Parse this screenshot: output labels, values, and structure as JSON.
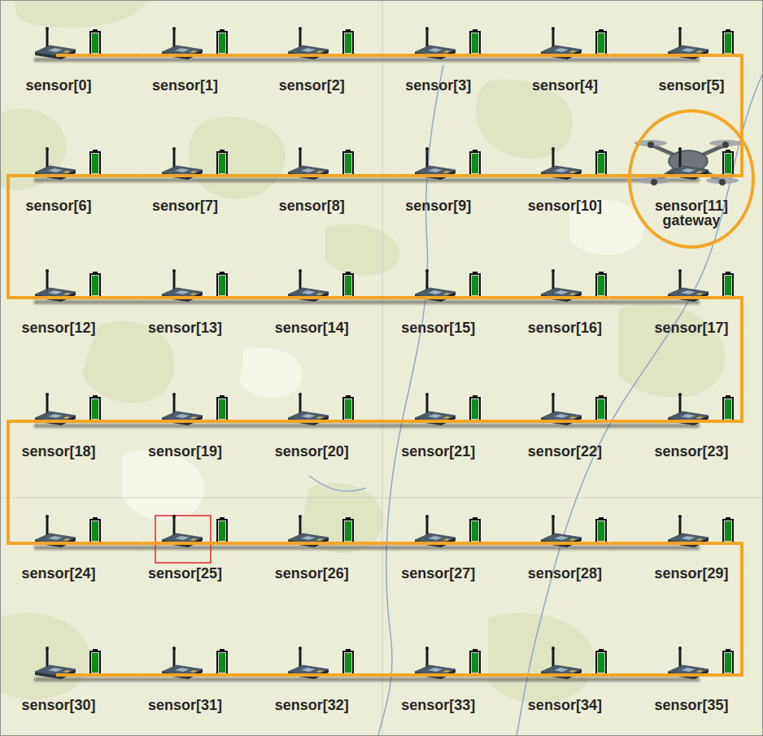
{
  "diagram": {
    "nodes": [
      {
        "text": [
          "sensor[0]"
        ]
      },
      {
        "text": [
          "sensor[1]"
        ]
      },
      {
        "text": [
          "sensor[2]"
        ]
      },
      {
        "text": [
          "sensor[3]"
        ]
      },
      {
        "text": [
          "sensor[4]"
        ]
      },
      {
        "text": [
          "sensor[5]"
        ]
      },
      {
        "text": [
          "sensor[6]"
        ]
      },
      {
        "text": [
          "sensor[7]"
        ]
      },
      {
        "text": [
          "sensor[8]"
        ]
      },
      {
        "text": [
          "sensor[9]"
        ]
      },
      {
        "text": [
          "sensor[10]"
        ]
      },
      {
        "text": [
          "sensor[11]",
          "gateway"
        ]
      },
      {
        "text": [
          "sensor[12]"
        ]
      },
      {
        "text": [
          "sensor[13]"
        ]
      },
      {
        "text": [
          "sensor[14]"
        ]
      },
      {
        "text": [
          "sensor[15]"
        ]
      },
      {
        "text": [
          "sensor[16]"
        ]
      },
      {
        "text": [
          "sensor[17]"
        ]
      },
      {
        "text": [
          "sensor[18]"
        ]
      },
      {
        "text": [
          "sensor[19]"
        ]
      },
      {
        "text": [
          "sensor[20]"
        ]
      },
      {
        "text": [
          "sensor[21]"
        ]
      },
      {
        "text": [
          "sensor[22]"
        ]
      },
      {
        "text": [
          "sensor[23]"
        ]
      },
      {
        "text": [
          "sensor[24]"
        ]
      },
      {
        "text": [
          "sensor[25]"
        ]
      },
      {
        "text": [
          "sensor[26]"
        ]
      },
      {
        "text": [
          "sensor[27]"
        ]
      },
      {
        "text": [
          "sensor[28]"
        ]
      },
      {
        "text": [
          "sensor[29]"
        ]
      },
      {
        "text": [
          "sensor[30]"
        ]
      },
      {
        "text": [
          "sensor[31]"
        ]
      },
      {
        "text": [
          "sensor[32]"
        ]
      },
      {
        "text": [
          "sensor[33]"
        ]
      },
      {
        "text": [
          "sensor[34]"
        ]
      },
      {
        "text": [
          "sensor[35]"
        ]
      }
    ],
    "edges": [
      {
        "from": 0,
        "to": 1,
        "arrow": "none"
      },
      {
        "from": 1,
        "to": 2,
        "arrow": "none"
      },
      {
        "from": 2,
        "to": 3,
        "arrow": "none"
      },
      {
        "from": 3,
        "to": 4,
        "arrow": "none"
      },
      {
        "from": 4,
        "to": 5,
        "arrow": "none"
      },
      {
        "from": 5,
        "to": 11,
        "arrow": "none"
      },
      {
        "from": 11,
        "to": 10,
        "arrow": "none"
      },
      {
        "from": 10,
        "to": 9,
        "arrow": "none"
      },
      {
        "from": 9,
        "to": 8,
        "arrow": "none"
      },
      {
        "from": 8,
        "to": 7,
        "arrow": "none"
      },
      {
        "from": 7,
        "to": 6,
        "arrow": "none"
      },
      {
        "from": 6,
        "to": 12,
        "arrow": "none"
      },
      {
        "from": 12,
        "to": 13,
        "arrow": "none"
      },
      {
        "from": 13,
        "to": 14,
        "arrow": "none"
      },
      {
        "from": 14,
        "to": 15,
        "arrow": "none"
      },
      {
        "from": 15,
        "to": 16,
        "arrow": "none"
      },
      {
        "from": 16,
        "to": 17,
        "arrow": "none"
      },
      {
        "from": 17,
        "to": 23,
        "arrow": "none"
      },
      {
        "from": 23,
        "to": 22,
        "arrow": "none"
      },
      {
        "from": 22,
        "to": 21,
        "arrow": "none"
      },
      {
        "from": 21,
        "to": 20,
        "arrow": "none"
      },
      {
        "from": 20,
        "to": 19,
        "arrow": "none"
      },
      {
        "from": 19,
        "to": 18,
        "arrow": "none"
      },
      {
        "from": 18,
        "to": 24,
        "arrow": "none"
      },
      {
        "from": 24,
        "to": 25,
        "arrow": "none"
      },
      {
        "from": 25,
        "to": 26,
        "arrow": "none"
      },
      {
        "from": 26,
        "to": 27,
        "arrow": "none"
      },
      {
        "from": 27,
        "to": 28,
        "arrow": "none"
      },
      {
        "from": 28,
        "to": 29,
        "arrow": "none"
      },
      {
        "from": 29,
        "to": 35,
        "arrow": "none"
      },
      {
        "from": 35,
        "to": 34,
        "arrow": "none"
      },
      {
        "from": 34,
        "to": 33,
        "arrow": "none"
      },
      {
        "from": 33,
        "to": 32,
        "arrow": "none"
      },
      {
        "from": 32,
        "to": 31,
        "arrow": "none"
      },
      {
        "from": 31,
        "to": 30,
        "arrow": "none"
      }
    ]
  }
}
